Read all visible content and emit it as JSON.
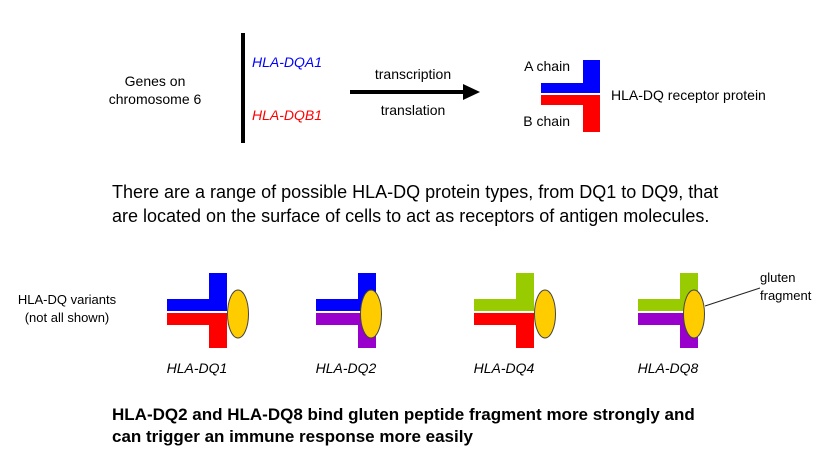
{
  "colors": {
    "blue": "#0000ff",
    "red": "#ff0000",
    "purple": "#9900cc",
    "green": "#99cc00",
    "gluten": "#ffcc00"
  },
  "top": {
    "genes_label": [
      "Genes on",
      "chromosome 6"
    ],
    "gene_a": "HLA-DQA1",
    "gene_b": "HLA-DQB1",
    "arrow_top": "transcription",
    "arrow_bottom": "translation",
    "a_chain": "A chain",
    "b_chain": "B chain",
    "protein_label": "HLA-DQ receptor  protein"
  },
  "description": [
    "There are a range of possible HLA-DQ protein types, from DQ1 to DQ9, that",
    "are located on the surface of cells to act as receptors of antigen molecules."
  ],
  "variants_label": [
    "HLA-DQ variants",
    "(not all shown)"
  ],
  "gluten_label": [
    "gluten",
    "fragment"
  ],
  "variants": [
    {
      "name": "HLA-DQ1",
      "a": "blue",
      "b": "red",
      "binds": false
    },
    {
      "name": "HLA-DQ2",
      "a": "blue",
      "b": "purple",
      "binds": true
    },
    {
      "name": "HLA-DQ4",
      "a": "green",
      "b": "red",
      "binds": false
    },
    {
      "name": "HLA-DQ8",
      "a": "green",
      "b": "purple",
      "binds": true
    }
  ],
  "conclusion": [
    "HLA-DQ2 and HLA-DQ8 bind gluten peptide fragment more strongly and",
    "can trigger an immune response more easily"
  ]
}
